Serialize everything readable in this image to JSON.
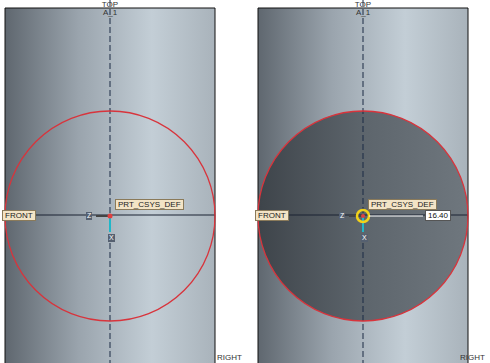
{
  "diagram": {
    "labels": [
      "TOP",
      "A_1",
      "FRONT",
      "PRT_CSYS_DEF",
      "Z",
      "X",
      "RIGHT",
      "TOP",
      "A_1",
      "FRONT",
      "PRT_CSYS_DEF",
      "Z",
      "X",
      "16.40",
      "RIGHT"
    ]
  }
}
